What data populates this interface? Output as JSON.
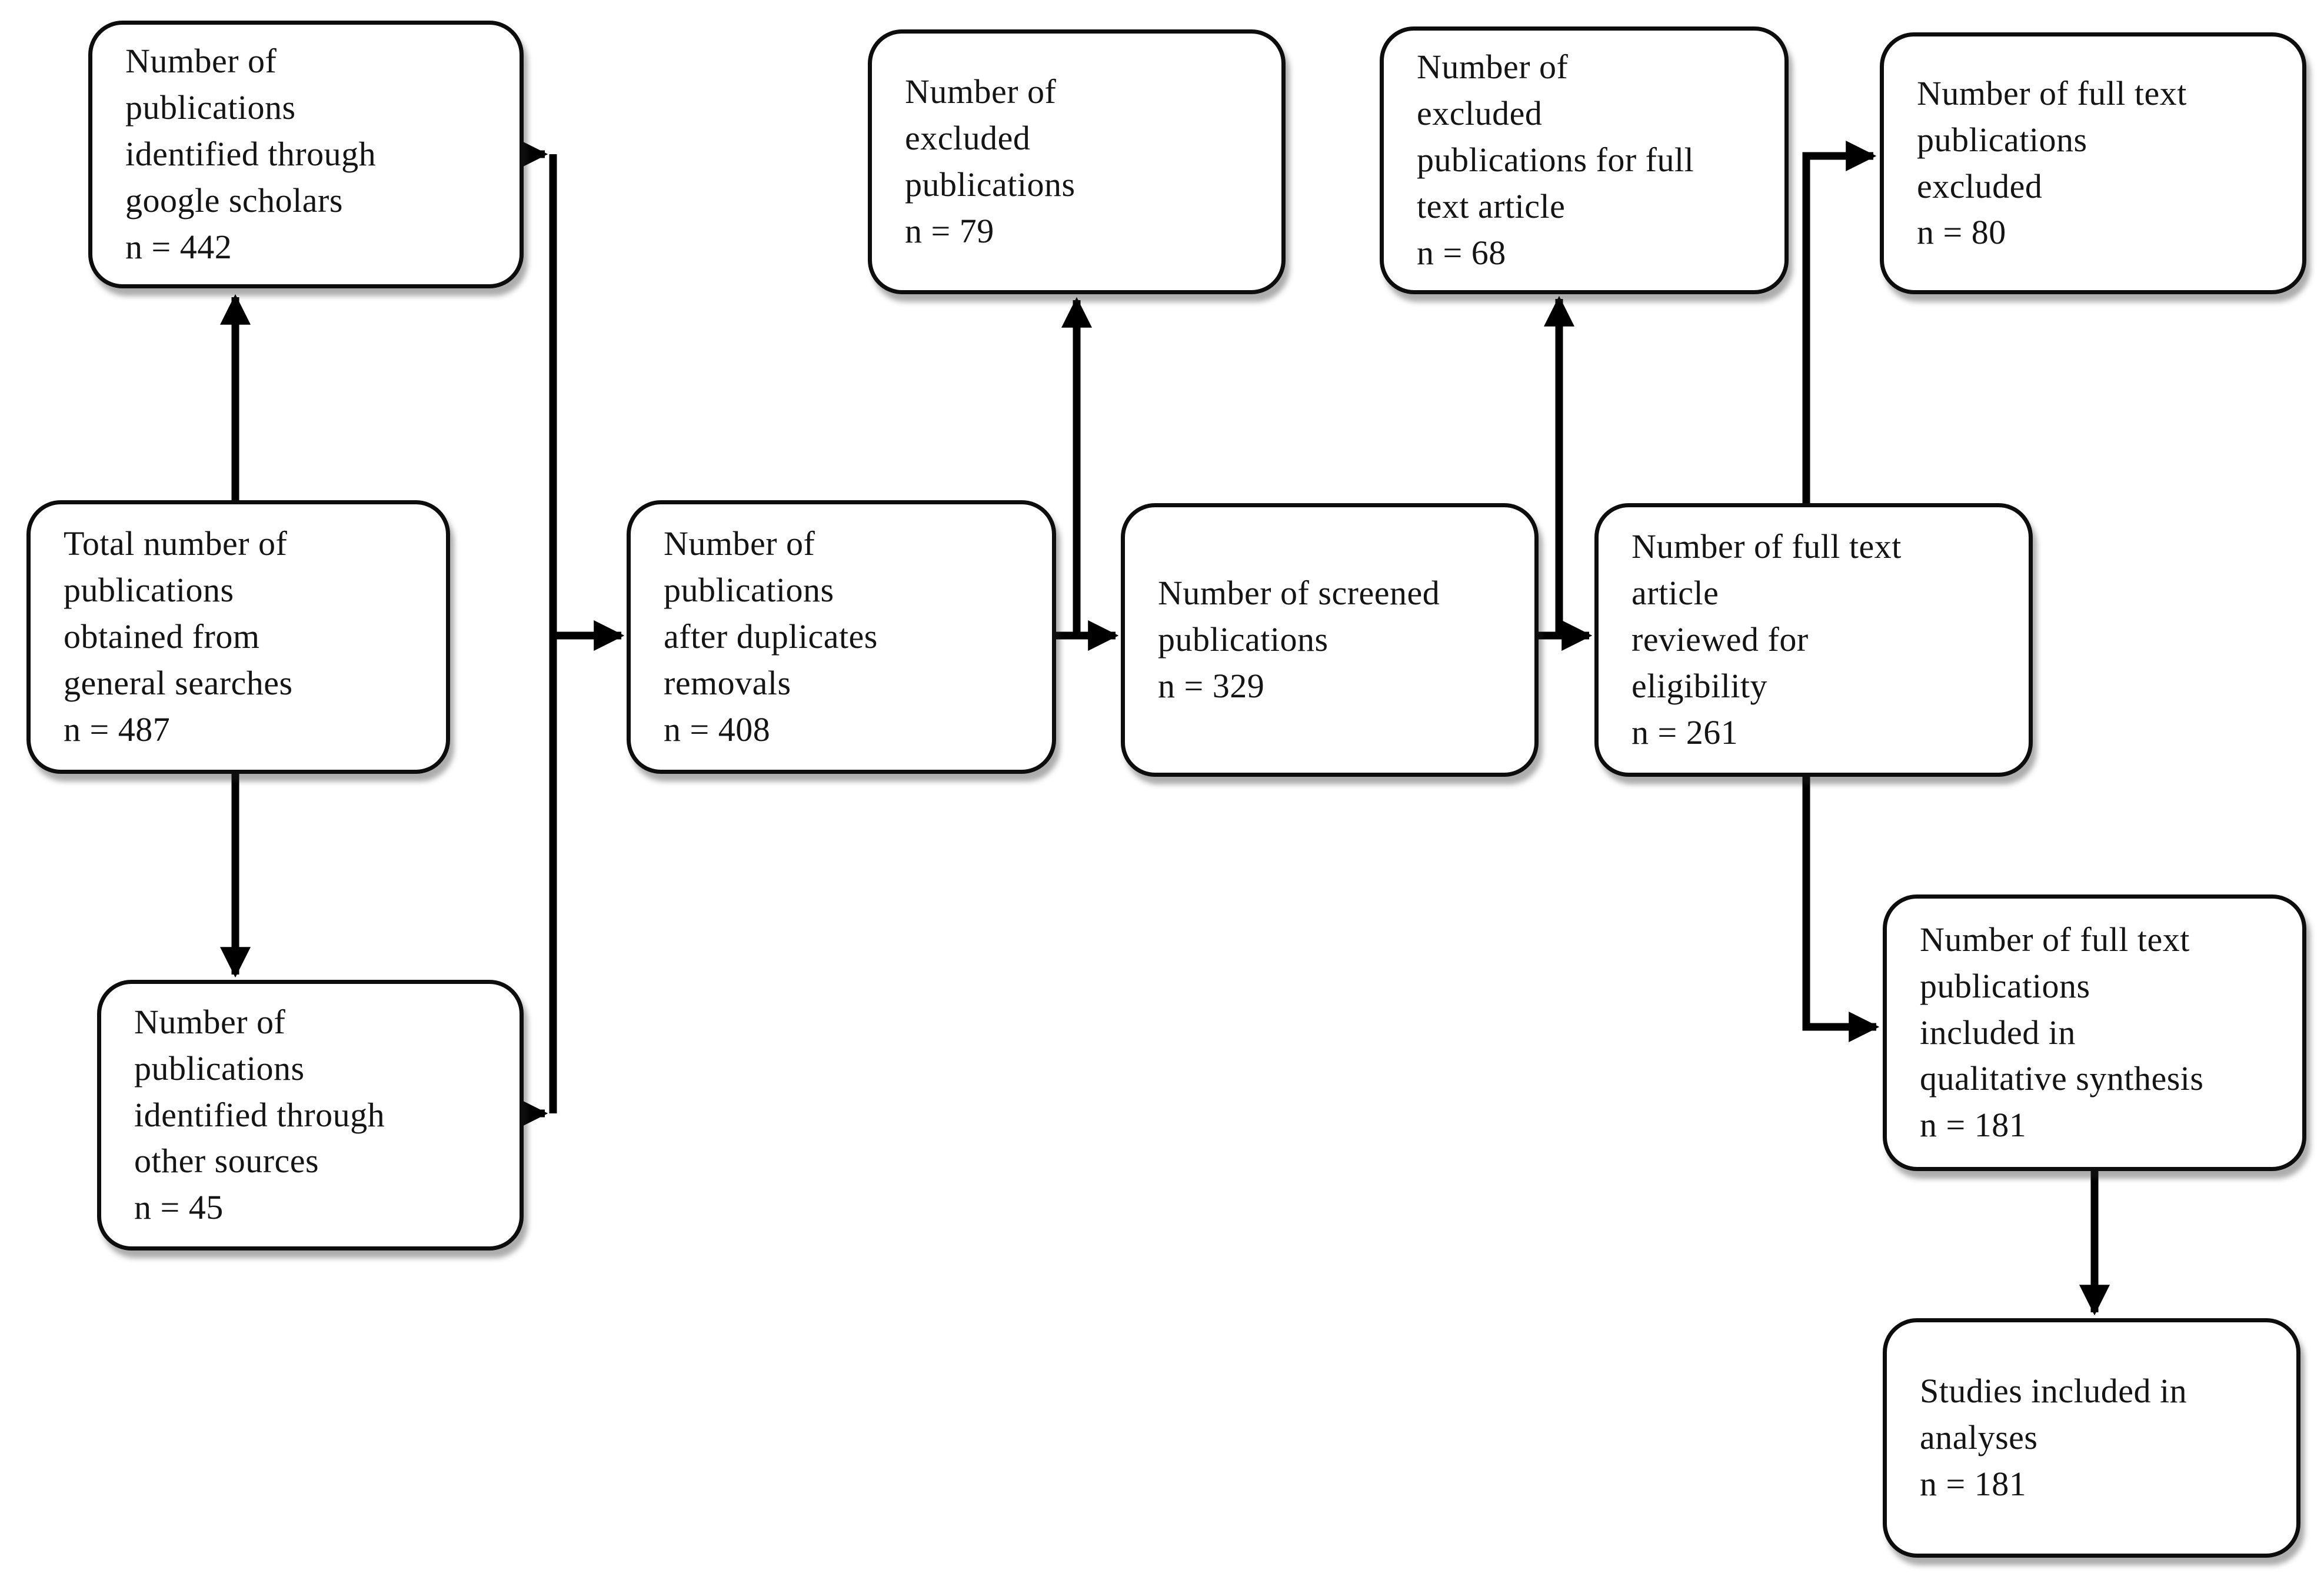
{
  "diagram": {
    "colors": {
      "background": "#ffffff",
      "box_border": "#0d0d0d",
      "line": "#000000",
      "text": "#141414"
    },
    "nodes": {
      "google_scholars": {
        "label": "Number of\npublications\nidentified through\ngoogle scholars\nn = 442"
      },
      "general_searches": {
        "label": "Total number of\npublications\nobtained from\ngeneral searches\nn = 487"
      },
      "other_sources": {
        "label": "Number of\npublications\nidentified through\nother sources\nn = 45"
      },
      "after_duplicates": {
        "label": "Number of\npublications\nafter duplicates\nremovals\nn = 408"
      },
      "excluded_publications": {
        "label": "Number of\nexcluded\npublications\nn = 79"
      },
      "screened_publications": {
        "label": "Number of screened\npublications\nn = 329"
      },
      "excluded_full_text": {
        "label": "Number of\nexcluded\npublications for full\ntext article\nn = 68"
      },
      "reviewed_eligibility": {
        "label": "Number of full text\narticle\nreviewed for\neligibility\nn = 261"
      },
      "full_text_excluded": {
        "label": "Number of full text\npublications\nexcluded\nn = 80"
      },
      "qualitative_synthesis": {
        "label": "Number of full text\npublications\nincluded in\nqualitative synthesis\nn = 181"
      },
      "studies_in_analyses": {
        "label": "Studies included in\nanalyses\nn = 181"
      }
    }
  }
}
